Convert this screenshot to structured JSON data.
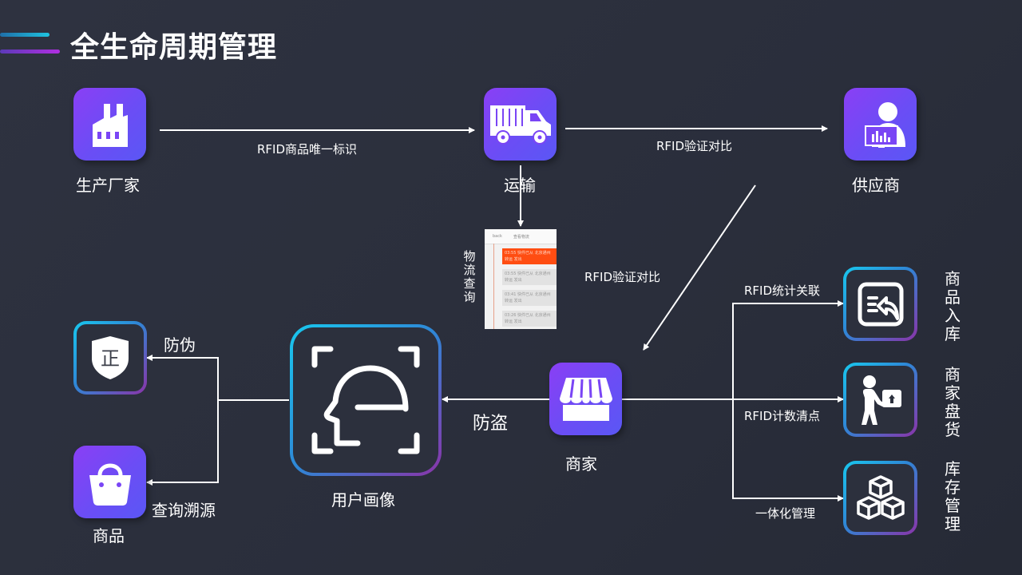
{
  "page": {
    "title": "全生命周期管理",
    "accent_colors": {
      "tile_gradient_start": "#8a3ff5",
      "tile_gradient_end": "#5a57f5",
      "outline_gradient_start": "#18c8ee",
      "outline_gradient_end": "#8b33a8",
      "background": "#2b2f3c"
    }
  },
  "nodes": {
    "manufacturer": {
      "label": "生产厂家",
      "icon": "factory-icon"
    },
    "transport": {
      "label": "运输",
      "icon": "truck-icon"
    },
    "supplier": {
      "label": "供应商",
      "icon": "supplier-monitor-icon"
    },
    "merchant": {
      "label": "商家",
      "icon": "storefront-icon"
    },
    "user_profile": {
      "label": "用户画像",
      "icon": "face-scan-icon"
    },
    "anti_counterfeit": {
      "label": "防伪",
      "icon": "shield-icon",
      "glyph": "正"
    },
    "product": {
      "label": "商品",
      "icon": "shopping-bag-icon"
    },
    "stock_in": {
      "label": "商品入库",
      "icon": "import-icon"
    },
    "inventory_check": {
      "label": "商家盘货",
      "icon": "person-carrying-box-icon"
    },
    "inventory_mgmt": {
      "label": "库存管理",
      "icon": "boxes-icon"
    }
  },
  "edges": {
    "manufacturer_to_transport": "RFID商品唯一标识",
    "transport_to_supplier": "RFID验证对比",
    "supplier_to_merchant": "RFID验证对比",
    "transport_to_logistics": "物流查询",
    "merchant_to_profile": "防盗",
    "profile_to_product": "查询溯源",
    "merchant_to_stock_in": "RFID统计关联",
    "merchant_to_inventory_check": "RFID计数清点",
    "merchant_to_inventory_mgmt": "一体化管理"
  },
  "logistics_screenshot": {
    "header_left": "back",
    "header_title": "查看物流",
    "items": [
      {
        "time": "03:55",
        "text": "快件已从 北京通州转运 发出",
        "active": true
      },
      {
        "time": "03:55",
        "text": "快件已从 北京通州转运 发出",
        "active": false
      },
      {
        "time": "03:41",
        "text": "快件已从 北京通州转运 发出",
        "active": false
      },
      {
        "time": "03:26",
        "text": "快件已从 北京通州转运 发出",
        "active": false
      }
    ]
  }
}
